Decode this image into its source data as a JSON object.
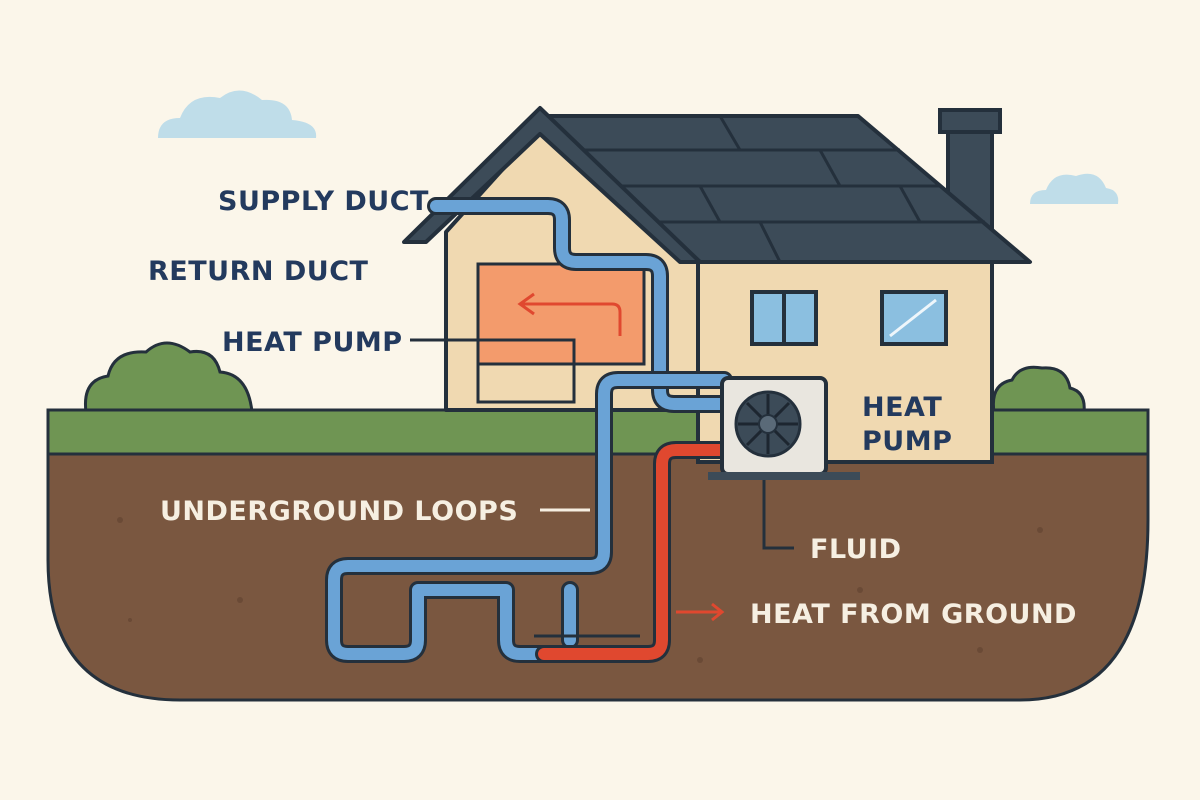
{
  "labels": {
    "supply_duct": "SUPPLY DUCT",
    "return_duct": "RETURN DUCT",
    "heat_pump_left": "HEAT PUMP",
    "heat_pump_unit_line1": "HEAT",
    "heat_pump_unit_line2": "PUMP",
    "underground_loops": "UNDERGROUND LOOPS",
    "fluid": "FLUID",
    "heat_from_ground": "HEAT FROM GROUND"
  },
  "colors": {
    "background": "#fbf6ea",
    "sky_cloud": "#bfdde9",
    "grass": "#6f9553",
    "soil": "#7a5740",
    "house_wall": "#f0d9b1",
    "roof": "#3c4b58",
    "outline": "#24303c",
    "cold_pipe": "#6aa3d6",
    "hot_pipe": "#e0482f",
    "warm_zone": "#f39b6c",
    "window": "#8bbfe0",
    "label_dark": "#233a5e",
    "label_light": "#f6efe2"
  }
}
